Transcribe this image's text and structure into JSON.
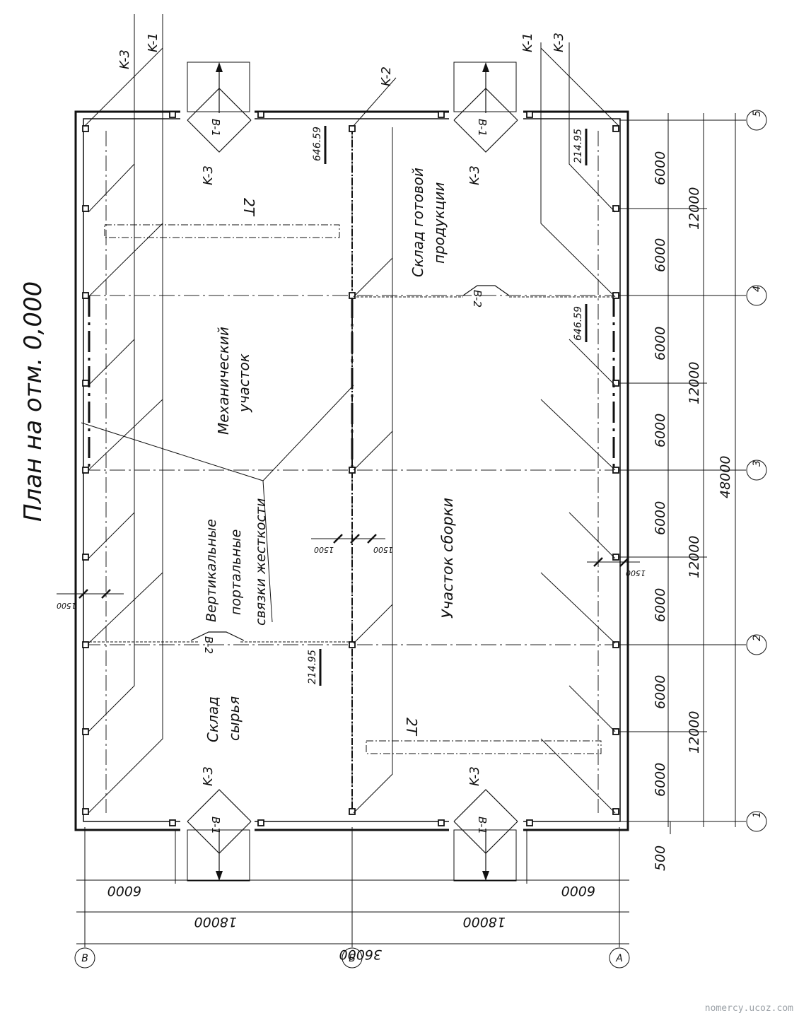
{
  "title": "План на отм. 0,000",
  "rooms": {
    "mechanical_1": "Механический",
    "mechanical_2": "участок",
    "bracing_1": "Вертикальные",
    "bracing_2": "портальные",
    "bracing_3": "связки жесткости",
    "assembly": "Участок сборки",
    "raw_1": "Склад",
    "raw_2": "сырья",
    "finished_1": "Склад готовой",
    "finished_2": "продукции"
  },
  "column_labels": [
    "K-3",
    "K-1",
    "K-2",
    "K-1",
    "K-3"
  ],
  "gate_labels": {
    "b1": "B-1",
    "b2": "B-2",
    "k3": "K-3"
  },
  "crane_label": "2T",
  "elevations": [
    "646.59",
    "214.95",
    "214.95",
    "646.59"
  ],
  "small_dims": [
    "1500",
    "1500",
    "1500",
    "1500"
  ],
  "axes_numeric": [
    "1",
    "2",
    "3",
    "4",
    "5"
  ],
  "axes_letters": [
    "В",
    "Б",
    "А"
  ],
  "right_dims_6000": [
    "6000",
    "6000",
    "6000",
    "6000",
    "6000",
    "6000",
    "6000",
    "6000"
  ],
  "right_dims_12000": [
    "12000",
    "12000",
    "12000",
    "12000"
  ],
  "right_total": "48000",
  "bottom_offset": "500",
  "bottom_dims_6000": [
    "6000",
    "6000"
  ],
  "bottom_dims_18000": [
    "18000",
    "18000"
  ],
  "bottom_total": "36000",
  "watermark": "nomercy.ucoz.com"
}
